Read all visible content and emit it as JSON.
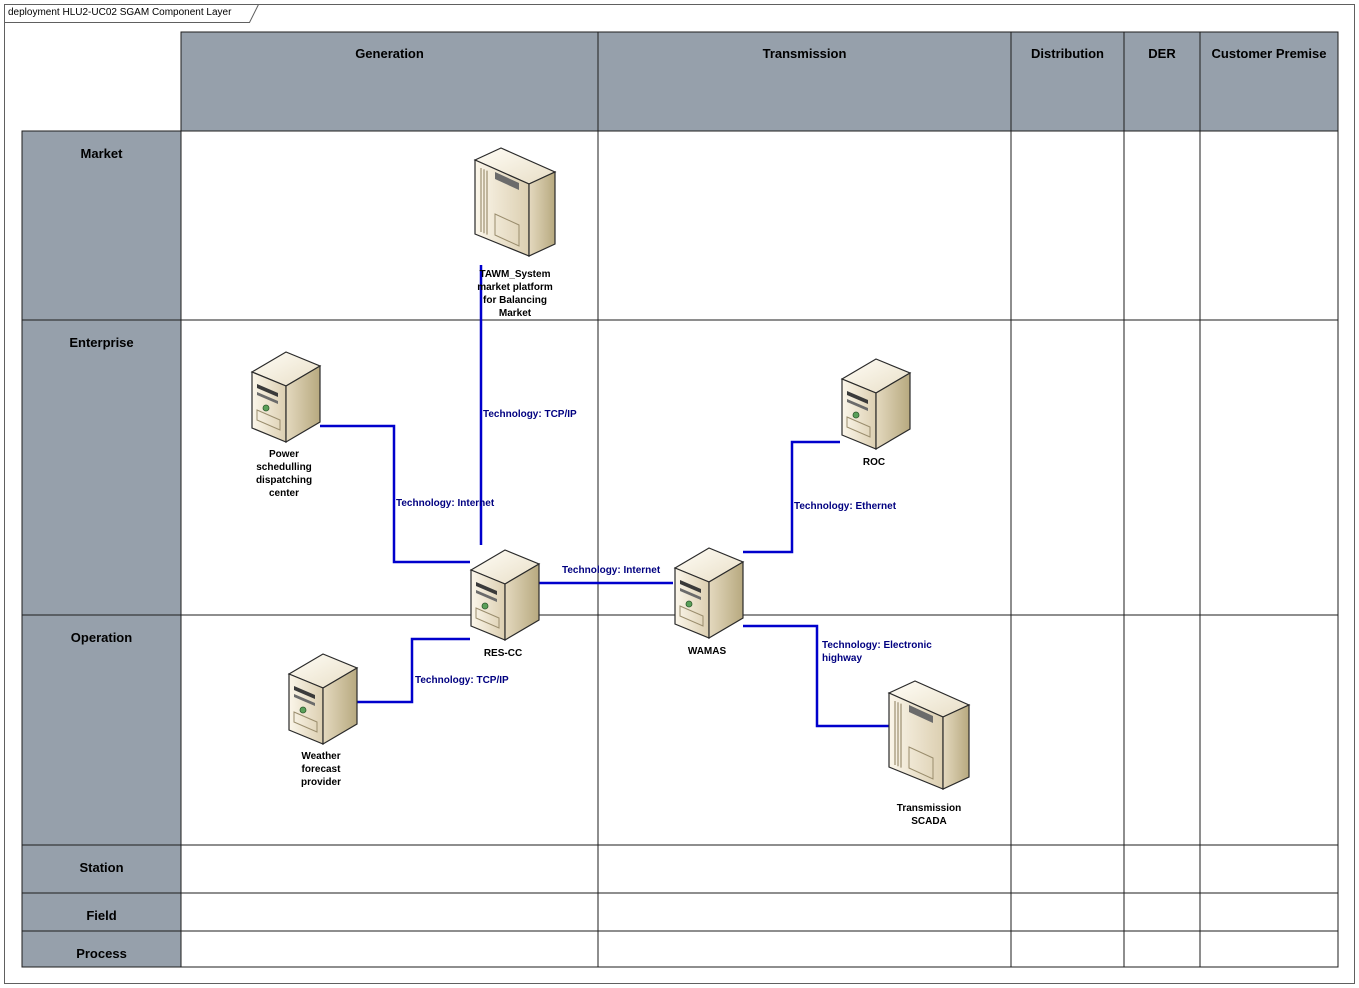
{
  "title": "deployment HLU2-UC02 SGAM Component Layer",
  "colors": {
    "header_fill": "#96a0ab",
    "grid_line": "#1e1e1e",
    "connector": "#0000cc",
    "connector_label": "#000080",
    "server_body": "#e9dfca",
    "server_side": "#c7b995"
  },
  "domains": [
    "Generation",
    "Transmission",
    "Distribution",
    "DER",
    "Customer Premise"
  ],
  "zones": [
    "Market",
    "Enterprise",
    "Operation",
    "Station",
    "Field",
    "Process"
  ],
  "nodes": [
    {
      "id": "tawm",
      "icon": "tower-server-icon",
      "label_lines": [
        "TAWM_System",
        "market platform",
        "for Balancing",
        "Market"
      ]
    },
    {
      "id": "power",
      "icon": "server-icon",
      "label_lines": [
        "Power",
        "schedulling",
        "dispatching",
        "center"
      ]
    },
    {
      "id": "roc",
      "icon": "server-icon",
      "label_lines": [
        "ROC"
      ]
    },
    {
      "id": "rescc",
      "icon": "server-icon",
      "label_lines": [
        "RES-CC"
      ]
    },
    {
      "id": "wamas",
      "icon": "server-icon",
      "label_lines": [
        "WAMAS"
      ]
    },
    {
      "id": "weather",
      "icon": "server-icon",
      "label_lines": [
        "Weather",
        "forecast",
        "provider"
      ]
    },
    {
      "id": "scada",
      "icon": "tower-server-icon",
      "label_lines": [
        "Transmission",
        "SCADA"
      ]
    }
  ],
  "connections": [
    {
      "id": "tawm-rescc",
      "from": "tawm",
      "to": "rescc",
      "label_lines": [
        "Technology: TCP/IP"
      ]
    },
    {
      "id": "power-rescc",
      "from": "power",
      "to": "rescc",
      "label_lines": [
        "Technology: Internet"
      ]
    },
    {
      "id": "rescc-wamas",
      "from": "rescc",
      "to": "wamas",
      "label_lines": [
        "Technology: Internet"
      ]
    },
    {
      "id": "wamas-roc",
      "from": "wamas",
      "to": "roc",
      "label_lines": [
        "Technology: Ethernet"
      ]
    },
    {
      "id": "weather-rescc",
      "from": "weather",
      "to": "rescc",
      "label_lines": [
        "Technology: TCP/IP"
      ]
    },
    {
      "id": "wamas-scada",
      "from": "wamas",
      "to": "scada",
      "label_lines": [
        "Technology: Electronic",
        "highway"
      ]
    }
  ]
}
